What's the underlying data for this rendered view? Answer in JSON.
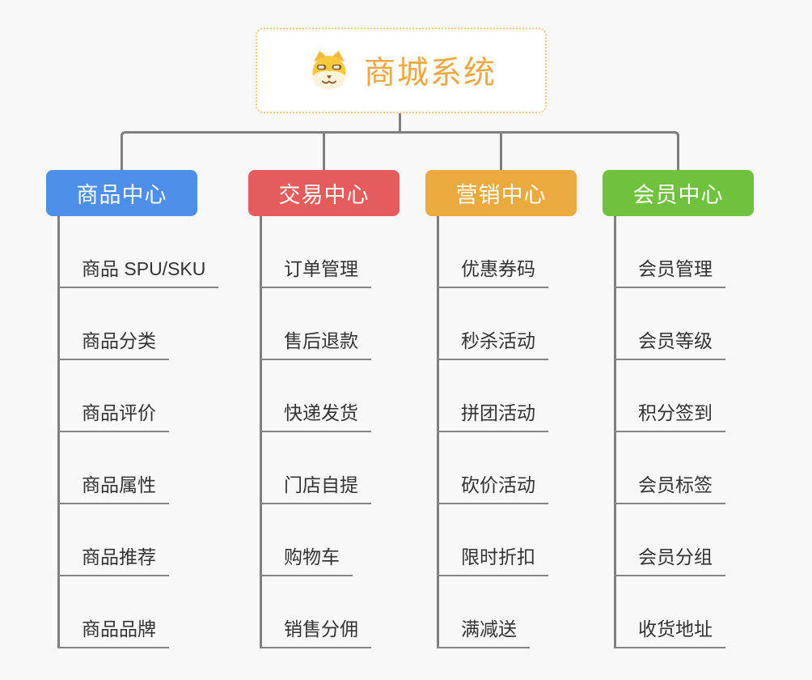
{
  "page": {
    "background_color": "#f8f8f8",
    "connector_color": "#7f7f7f"
  },
  "root": {
    "title": "商城系统",
    "icon": "shiba-dog-icon",
    "text_color": "#efa742",
    "border_color": "#f1c588"
  },
  "branches": [
    {
      "label": "商品中心",
      "color": "#4e8fe9",
      "children": [
        "商品 SPU/SKU",
        "商品分类",
        "商品评价",
        "商品属性",
        "商品推荐",
        "商品品牌"
      ]
    },
    {
      "label": "交易中心",
      "color": "#e45c5c",
      "children": [
        "订单管理",
        "售后退款",
        "快递发货",
        "门店自提",
        "购物车",
        "销售分佣"
      ]
    },
    {
      "label": "营销中心",
      "color": "#ebaa3f",
      "children": [
        "优惠券码",
        "秒杀活动",
        "拼团活动",
        "砍价活动",
        "限时折扣",
        "满减送"
      ]
    },
    {
      "label": "会员中心",
      "color": "#6fc13e",
      "children": [
        "会员管理",
        "会员等级",
        "积分签到",
        "会员标签",
        "会员分组",
        "收货地址"
      ]
    }
  ]
}
